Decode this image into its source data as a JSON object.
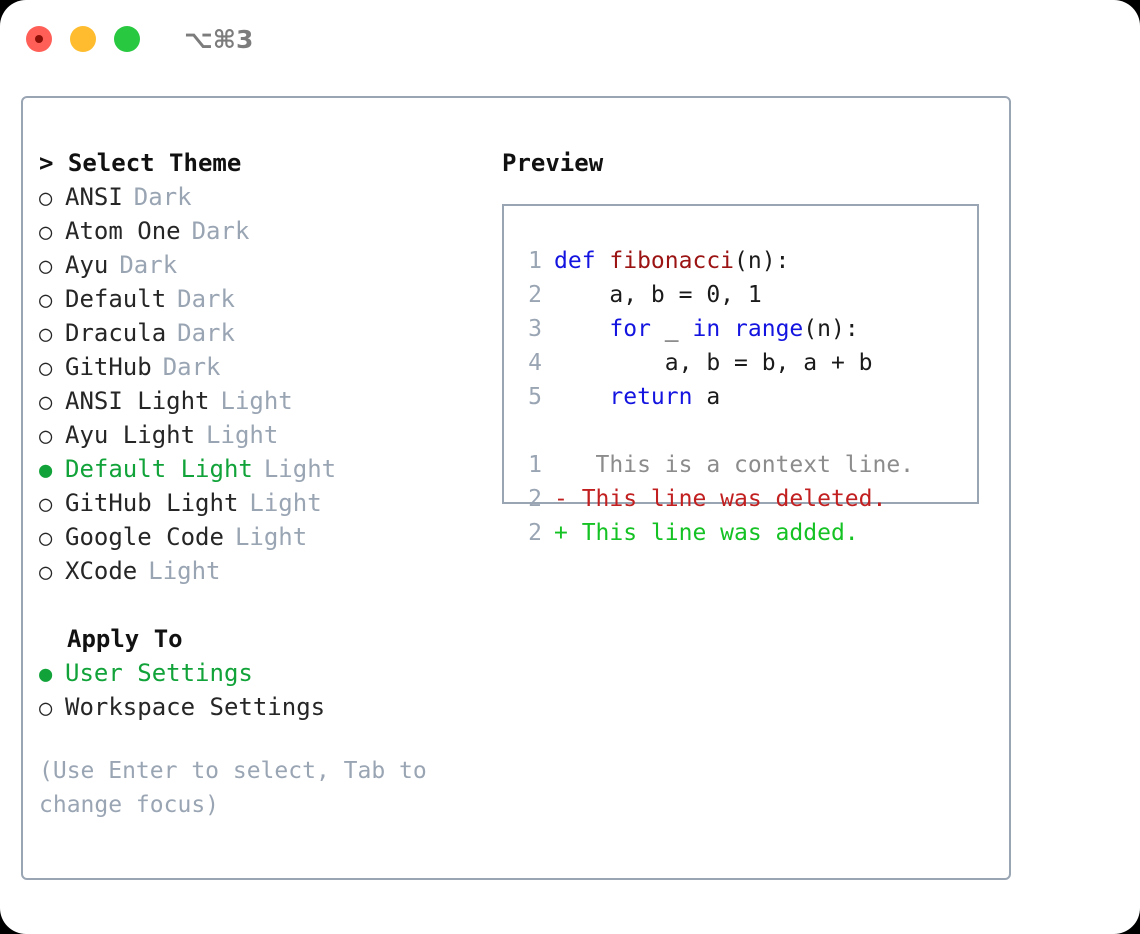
{
  "titlebar": {
    "shortcut": "⌥⌘3",
    "lights": [
      "close",
      "minimize",
      "maximize"
    ]
  },
  "theme_section": {
    "heading": "> Select Theme",
    "items": [
      {
        "marker": "○",
        "label": "ANSI",
        "tag": "Dark",
        "selected": false
      },
      {
        "marker": "○",
        "label": "Atom One",
        "tag": "Dark",
        "selected": false
      },
      {
        "marker": "○",
        "label": "Ayu",
        "tag": "Dark",
        "selected": false
      },
      {
        "marker": "○",
        "label": "Default",
        "tag": "Dark",
        "selected": false
      },
      {
        "marker": "○",
        "label": "Dracula",
        "tag": "Dark",
        "selected": false
      },
      {
        "marker": "○",
        "label": "GitHub",
        "tag": "Dark",
        "selected": false
      },
      {
        "marker": "○",
        "label": "ANSI Light",
        "tag": "Light",
        "selected": false
      },
      {
        "marker": "○",
        "label": "Ayu Light",
        "tag": "Light",
        "selected": false
      },
      {
        "marker": "●",
        "label": "Default Light",
        "tag": "Light",
        "selected": true
      },
      {
        "marker": "○",
        "label": "GitHub Light",
        "tag": "Light",
        "selected": false
      },
      {
        "marker": "○",
        "label": "Google Code",
        "tag": "Light",
        "selected": false
      },
      {
        "marker": "○",
        "label": "XCode",
        "tag": "Light",
        "selected": false
      }
    ]
  },
  "apply_section": {
    "heading": "Apply To",
    "items": [
      {
        "marker": "●",
        "label": "User Settings",
        "selected": true
      },
      {
        "marker": "○",
        "label": "Workspace Settings",
        "selected": false
      }
    ]
  },
  "hint": "(Use Enter to select, Tab to change focus)",
  "preview": {
    "heading": "Preview",
    "code_lines": [
      {
        "num": "1",
        "parts": [
          {
            "text": "def ",
            "kind": "kw"
          },
          {
            "text": "fibonacci",
            "kind": "fn"
          },
          {
            "text": "(n):",
            "kind": "plain"
          }
        ]
      },
      {
        "num": "2",
        "parts": [
          {
            "text": "    a, b = 0, 1",
            "kind": "plain"
          }
        ]
      },
      {
        "num": "3",
        "parts": [
          {
            "text": "    ",
            "kind": "plain"
          },
          {
            "text": "for",
            "kind": "kw"
          },
          {
            "text": " _ ",
            "kind": "plain"
          },
          {
            "text": "in",
            "kind": "kw"
          },
          {
            "text": " ",
            "kind": "plain"
          },
          {
            "text": "range",
            "kind": "kw"
          },
          {
            "text": "(n):",
            "kind": "plain"
          }
        ]
      },
      {
        "num": "4",
        "parts": [
          {
            "text": "        a, b = b, a + b",
            "kind": "plain"
          }
        ]
      },
      {
        "num": "5",
        "parts": [
          {
            "text": "    ",
            "kind": "plain"
          },
          {
            "text": "return",
            "kind": "kw"
          },
          {
            "text": " a",
            "kind": "plain"
          }
        ]
      }
    ],
    "diff_lines": [
      {
        "num": "1",
        "sign": " ",
        "text": "  This is a context line.",
        "kind": "ctx"
      },
      {
        "num": "2",
        "sign": "-",
        "text": " This line was deleted.",
        "kind": "del"
      },
      {
        "num": "2",
        "sign": "+",
        "text": " This line was added.",
        "kind": "add"
      }
    ]
  },
  "colors": {
    "accent_green": "#11a339",
    "muted": "#9aa5b4",
    "border": "#9aa5b4",
    "keyword": "#1414e0",
    "function": "#9b1313",
    "diff_add": "#15c224",
    "diff_del": "#c22020",
    "diff_ctx": "#8c8c8c"
  }
}
